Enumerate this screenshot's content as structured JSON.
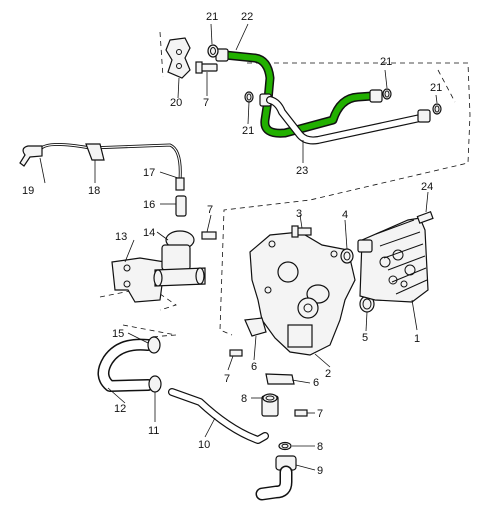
{
  "diagram": {
    "highlight_color": "#22b000",
    "labels": {
      "l1": "1",
      "l2": "2",
      "l3": "3",
      "l4": "4",
      "l5": "5",
      "l6a": "6",
      "l6b": "6",
      "l7a": "7",
      "l7b": "7",
      "l7c": "7",
      "l7d": "7",
      "l8a": "8",
      "l8b": "8",
      "l9": "9",
      "l10": "10",
      "l11": "11",
      "l12": "12",
      "l13": "13",
      "l14": "14",
      "l15": "15",
      "l16": "16",
      "l17": "17",
      "l18": "18",
      "l19": "19",
      "l20": "20",
      "l21a": "21",
      "l21b": "21",
      "l21c": "21",
      "l21d": "21",
      "l22": "22",
      "l23": "23",
      "l24": "24"
    }
  }
}
